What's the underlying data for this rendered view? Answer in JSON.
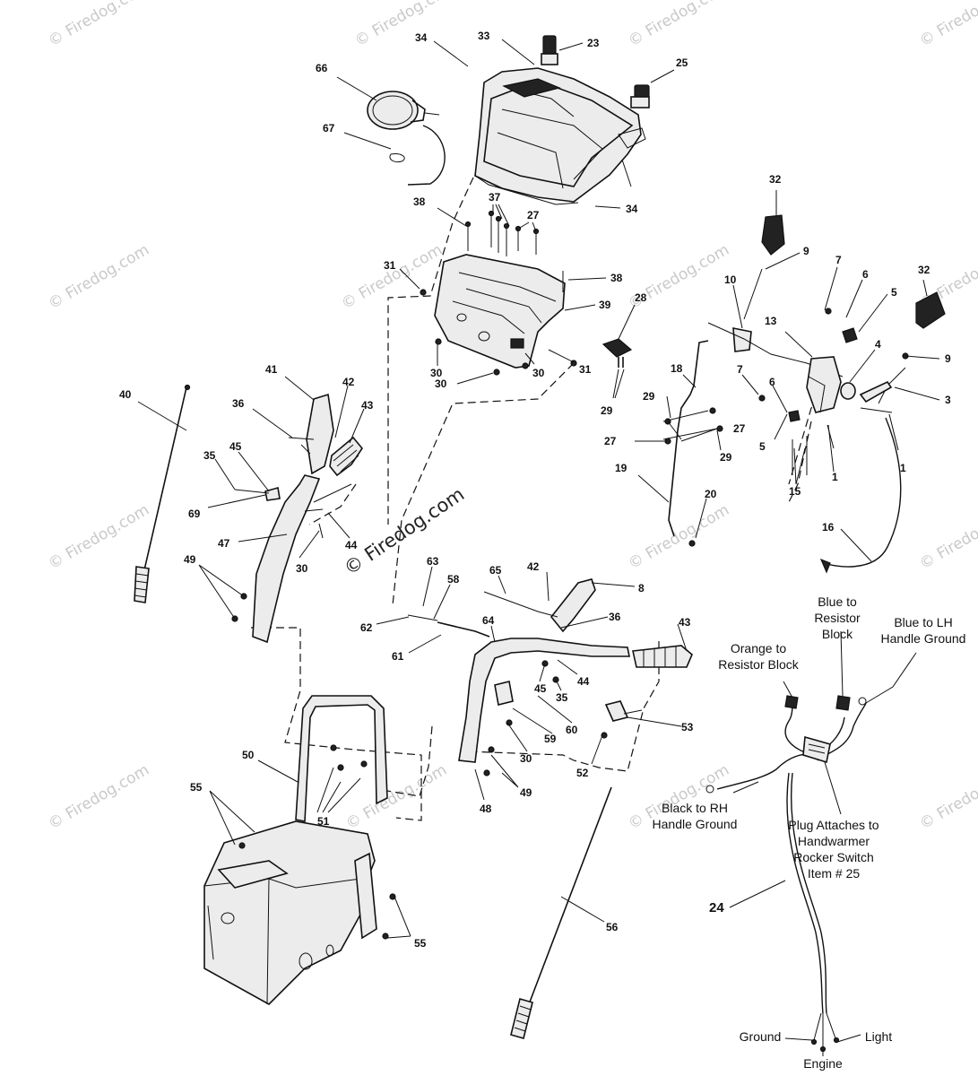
{
  "watermark": "© Firedog.com",
  "callouts": {
    "c23": "23",
    "c33": "33",
    "c34a": "34",
    "c25": "25",
    "c66": "66",
    "c67": "67",
    "c34b": "34",
    "c38a": "38",
    "c37": "37",
    "c27a": "27",
    "c31a": "31",
    "c38b": "38",
    "c39": "39",
    "c28": "28",
    "c30a": "30",
    "c30b": "30",
    "c31b": "31",
    "c29a": "29",
    "c32a": "32",
    "c9a": "9",
    "c10": "10",
    "c7a": "7",
    "c6a": "6",
    "c5a": "5",
    "c32b": "32",
    "c13": "13",
    "c4": "4",
    "c9b": "9",
    "c3": "3",
    "c18": "18",
    "c7b": "7",
    "c6b": "6",
    "c29b": "29",
    "c27b": "27",
    "c27c": "27",
    "c29c": "29",
    "c5b": "5",
    "c1a": "1",
    "c1b": "1",
    "c15": "15",
    "c19": "19",
    "c20": "20",
    "c16": "16",
    "c40": "40",
    "c41": "41",
    "c42a": "42",
    "c36a": "36",
    "c43a": "43",
    "c35a": "35",
    "c45a": "45",
    "c69": "69",
    "c47": "47",
    "c44a": "44",
    "c30c": "30",
    "c49a": "49",
    "c63": "63",
    "c58": "58",
    "c65": "65",
    "c42b": "42",
    "c8": "8",
    "c62": "62",
    "c64": "64",
    "c36b": "36",
    "c43b": "43",
    "c61": "61",
    "c45b": "45",
    "c35b": "35",
    "c44b": "44",
    "c53": "53",
    "c60": "60",
    "c59": "59",
    "c30d": "30",
    "c52": "52",
    "c49b": "49",
    "c48": "48",
    "c50": "50",
    "c55a": "55",
    "c51": "51",
    "c55b": "55",
    "c56": "56",
    "c24": "24"
  },
  "wiring_notes": {
    "blue_resistor": [
      "Blue to",
      "Resistor",
      "Block"
    ],
    "blue_lh": [
      "Blue to LH",
      "Handle Ground"
    ],
    "orange_resistor": [
      "Orange to",
      "Resistor Block"
    ],
    "black_rh": [
      "Black to RH",
      "Handle Ground"
    ],
    "plug_attaches": [
      "Plug Attaches to",
      "Handwarmer",
      "Rocker Switch",
      "Item # 25"
    ],
    "ground": "Ground",
    "engine": "Engine",
    "light": "Light"
  }
}
